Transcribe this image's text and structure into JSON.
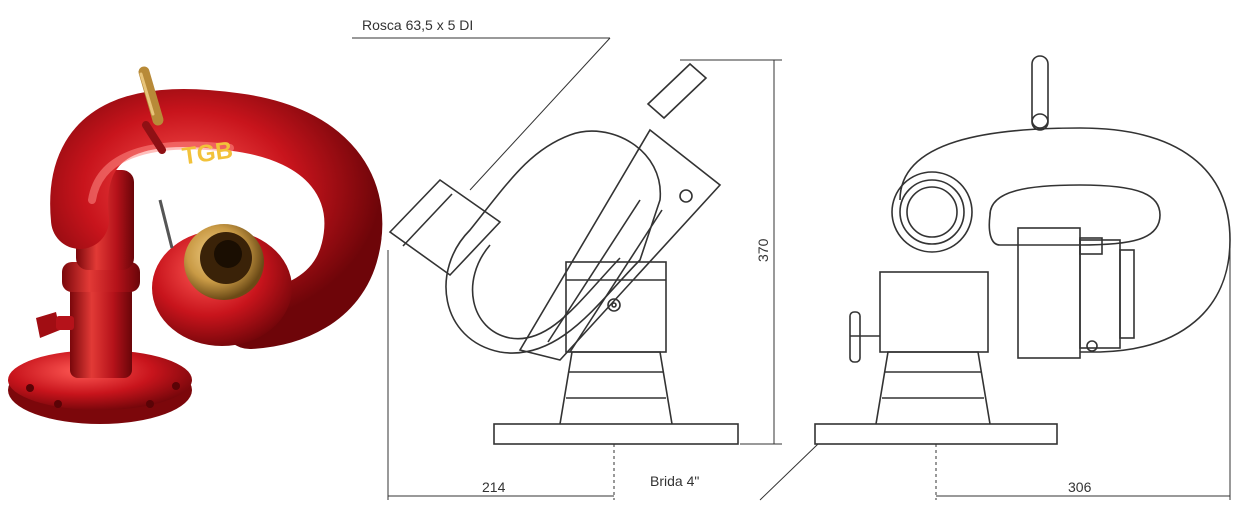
{
  "product_photo": {
    "brand_logo_text": "TGB",
    "colors": {
      "body": "#c8141c",
      "brass": "#c99a45",
      "logo": "#f2c23a"
    }
  },
  "annotations": {
    "thread_label": "Rosca 63,5 x 5 DI",
    "flange_label": "Brida 4\"",
    "height_value": "370",
    "side_width_value": "214",
    "front_width_value": "306"
  },
  "drawing_style": {
    "line_color": "#333333"
  }
}
